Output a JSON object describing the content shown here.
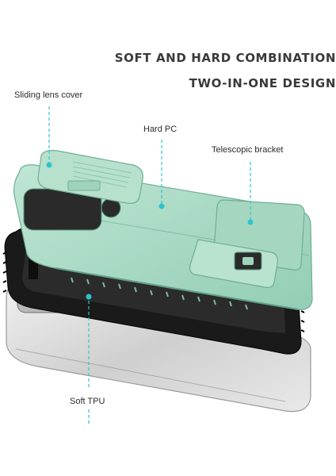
{
  "headline": {
    "line1": "SOFT AND HARD COMBINATION",
    "line2": "TWO-IN-ONE DESIGN"
  },
  "labels": {
    "sliding_lens_cover": "Sliding lens cover",
    "hard_pc": "Hard PC",
    "telescopic_bracket": "Telescopic bracket",
    "soft_tpu": "Soft TPU"
  },
  "colors": {
    "accent": "#2ec4cf",
    "shell_green": "#a8d9c4",
    "tpu_black": "#1a1a1a",
    "phone_silver": "#d7d7d7",
    "text": "#3a3a3a"
  },
  "icons": [
    "callout-dot-icon"
  ]
}
